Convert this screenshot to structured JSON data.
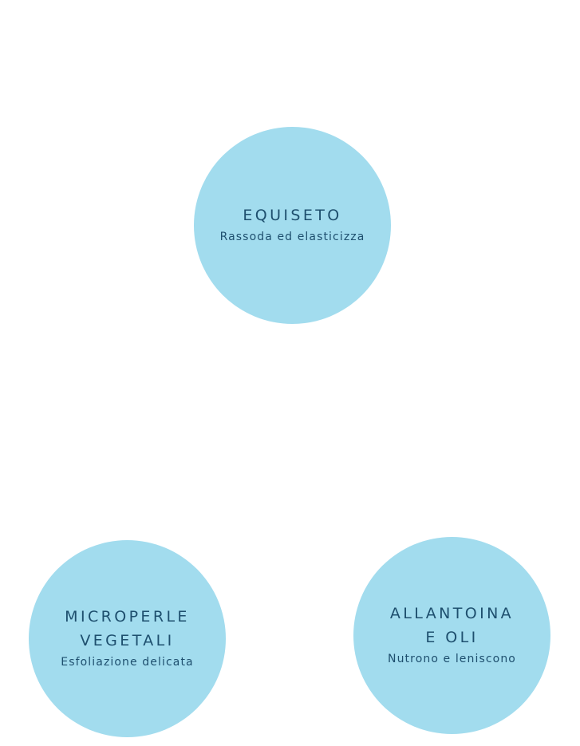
{
  "colors": {
    "background": "#ffffff",
    "circle": "#a2dcee",
    "text": "#1e4f6e"
  },
  "ingredients": [
    {
      "title": "EQUISETO",
      "subtitle": "Rassoda ed elasticizza"
    },
    {
      "title": "MICROPERLE\nVEGETALI",
      "subtitle": "Esfoliazione delicata"
    },
    {
      "title": "ALLANTOINA\nE OLI",
      "subtitle": "Nutrono e leniscono"
    }
  ]
}
